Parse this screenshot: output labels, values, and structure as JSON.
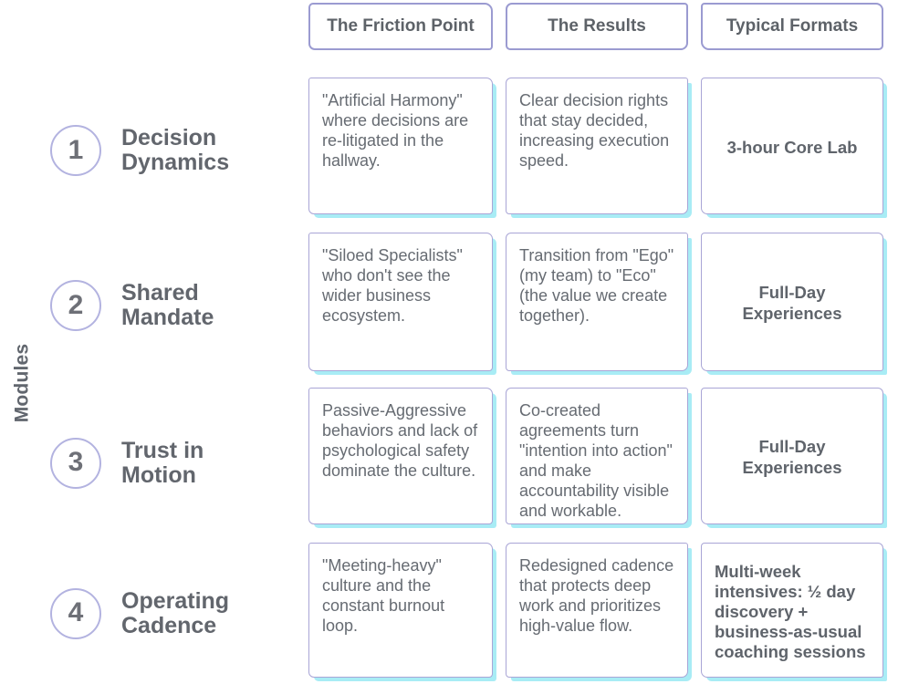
{
  "axis": {
    "modules_label": "Modules"
  },
  "columns": [
    {
      "label": "The Friction Point"
    },
    {
      "label": "The Results"
    },
    {
      "label": "Typical Formats"
    }
  ],
  "rows": [
    {
      "number": "1",
      "title": "Decision\nDynamics",
      "friction_point": "\"Artificial Harmony\" where decisions are re-litigated in the hallway.",
      "results": "Clear decision rights that stay decided, increasing execution speed.",
      "typical_format": "3-hour Core Lab"
    },
    {
      "number": "2",
      "title": "Shared\nMandate",
      "friction_point": "\"Siloed Specialists\" who don't see the wider business ecosystem.",
      "results": "Transition from \"Ego\" (my team) to \"Eco\" (the value we create together).",
      "typical_format": "Full-Day\nExperiences"
    },
    {
      "number": "3",
      "title": "Trust in\nMotion",
      "friction_point": "Passive-Aggressive behaviors and lack of psychological safety dominate the culture.",
      "results": "Co-created agreements turn \"intention into action\" and make accountability visible and workable.",
      "typical_format": "Full-Day\nExperiences"
    },
    {
      "number": "4",
      "title": "Operating\nCadence",
      "friction_point": "\"Meeting-heavy\" culture and the constant burnout loop.",
      "results": "Redesigned cadence that protects deep work and prioritizes high-value flow.",
      "typical_format": "Multi-week intensives: ½ day discovery + business-as-usual coaching sessions"
    }
  ],
  "colors": {
    "border_purple": "#a9a5d6",
    "shadow_cyan": "#a8ecf5",
    "text_gray": "#666b72",
    "circle_purple": "#b3b3e0"
  }
}
